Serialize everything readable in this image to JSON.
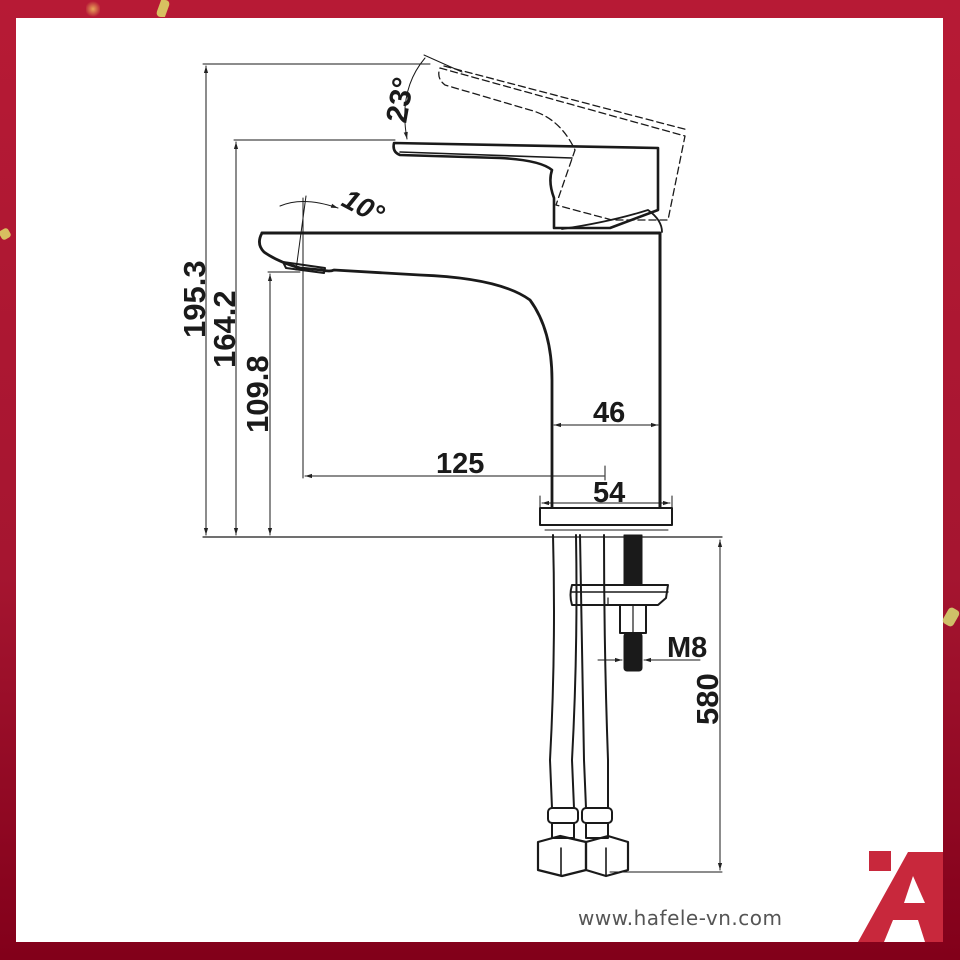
{
  "frame": {
    "border_color_top": "#b71a35",
    "border_color_bottom": "#82001a",
    "background": "#ffffff"
  },
  "brand": {
    "url": "www.hafele-vn.com",
    "logo_color": "#c8283c",
    "logo_letter": "A"
  },
  "drawing": {
    "subject": "single-lever basin faucet side view",
    "dimensions": {
      "overall_height": "195.3",
      "spout_top_height": "164.2",
      "outlet_height": "109.8",
      "spout_reach": "125",
      "body_width": "46",
      "base_width": "54",
      "lever_angle": "23°",
      "spout_angle": "10°",
      "thread": "M8",
      "hose_length": "580"
    }
  }
}
